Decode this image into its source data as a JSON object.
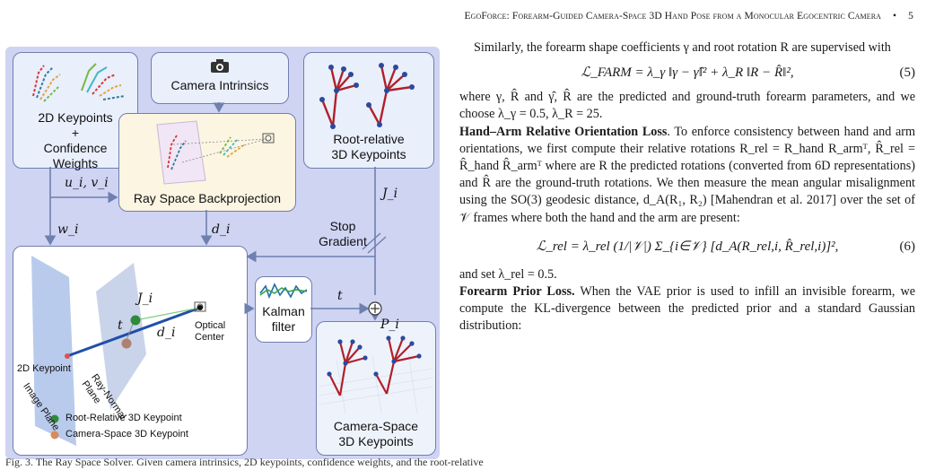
{
  "header": {
    "title": "EgoForce: Forearm-Guided Camera-Space 3D Hand Pose from a Monocular Egocentric Camera",
    "separator": "•",
    "page_number": "5"
  },
  "figure": {
    "box_keypoints": "2D Keypoints\n+\nConfidence\nWeights",
    "box_camera": "Camera Intrinsics",
    "box_root": "Root-relative\n3D Keypoints",
    "box_ray": "Ray Space Backprojection",
    "box_kalman": "Kalman\nfilter",
    "box_camspace": "Camera-Space\n3D Keypoints",
    "var_uv": "u_i, v_i",
    "var_w": "w_i",
    "var_d": "d_i",
    "var_J": "J_i",
    "var_t": "t",
    "var_P": "P_i",
    "stop_gradient": "Stop\nGradient",
    "inner_J": "J_i",
    "inner_t": "t",
    "inner_d": "d_i",
    "optical_center": "Optical\nCenter",
    "keypoint_2d": "2D Keypoint",
    "ray_normal_plane": "Ray-Normal\nPlane",
    "image_plane": "Image Plane",
    "legend_root": "Root-Relative 3D Keypoint",
    "legend_cam": "Camera-Space 3D Keypoint",
    "colors": {
      "green": "#2e8b3a",
      "orange": "#d98a5b",
      "navy": "#2b4a9e",
      "panel": "#cfd4f3"
    }
  },
  "caption": "Fig. 3. The Ray Space Solver. Given camera intrinsics, 2D keypoints, confidence weights, and the root-relative",
  "text": {
    "p1": "Similarly, the forearm shape coefficients γ and root rotation R are supervised with",
    "eq5": "ℒ_FARM = λ_γ ‖γ − γ̂‖² + λ_R ‖R − R̂‖²,",
    "eq5_num": "(5)",
    "p2": "where γ, R̂ and γ̂, R̂ are the predicted and ground-truth forearm parameters, and we choose λ_γ = 0.5,  λ_R = 25.",
    "h1": "Hand–Arm Relative Orientation Loss",
    "p3": ". To enforce consistency between hand and arm orientations, we first compute their relative rotations R_rel = R_hand R_armᵀ, R̂_rel = R̂_hand R̂_armᵀ where are R the predicted rotations (converted from 6D representations) and R̂ are the ground-truth rotations. We then measure the mean angular misalignment using the SO(3) geodesic distance, d_A(R₁, R₂) [Mahendran et al. 2017] over the set of 𝒱 frames where both the hand and the arm are present:",
    "eq6": "ℒ_rel = λ_rel (1/|𝒱|) Σ_{i∈𝒱} [d_A(R_rel,i, R̂_rel,i)]²,",
    "eq6_num": "(6)",
    "p4": "and set λ_rel = 0.5.",
    "h2": "Forearm Prior Loss.",
    "p5": " When the VAE prior is used to infill an invisible forearm, we compute the KL-divergence between the predicted prior and a standard Gaussian distribution:"
  }
}
